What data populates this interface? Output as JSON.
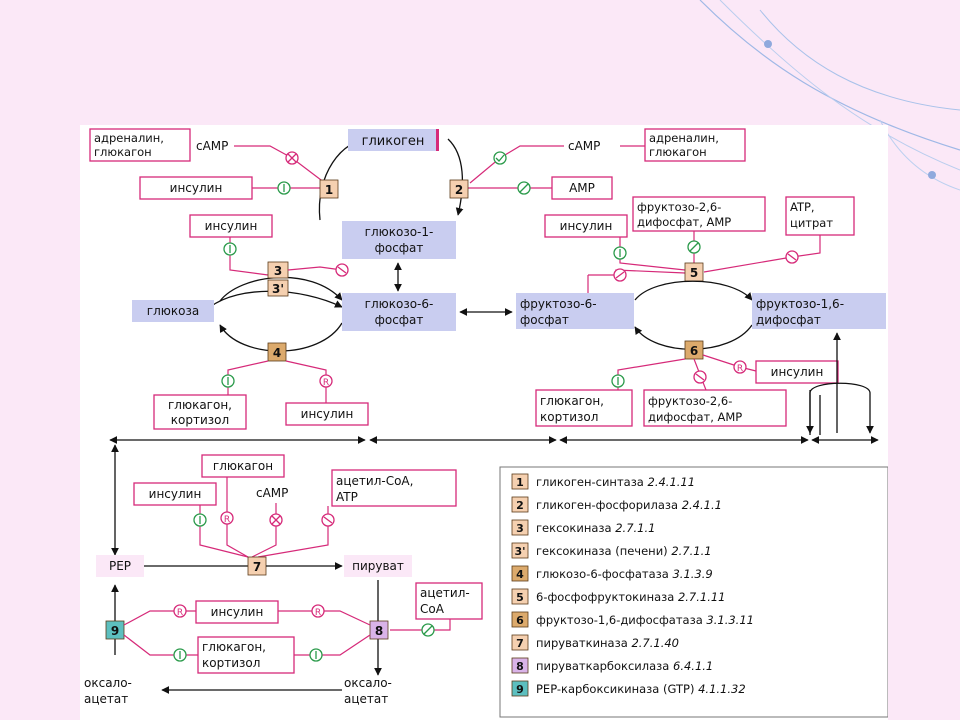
{
  "colors": {
    "slide_background": "#fbe8f7",
    "metabolite_fill": "#c9cdf0",
    "regulator_border": "#d62a79",
    "activator_green": "#2a9a4a",
    "inhibitor_pink": "#d62a79",
    "enzyme_brown": "#dcaa6c",
    "enzyme_light": "#f5d0b0",
    "enzyme_purple": "#d9b3e8",
    "enzyme_teal": "#5dbfbf"
  },
  "metabolites": {
    "glycogen": "гликоген",
    "g1p_line1": "глюкозо-1-",
    "g1p_line2": "фосфат",
    "glucose": "глюкоза",
    "g6p_line1": "глюкозо-6-",
    "g6p_line2": "фосфат",
    "f6p_line1": "фруктозо-6-",
    "f6p_line2": "фосфат",
    "f16bp_line1": "фруктозо-1,6-",
    "f16bp_line2": "дифосфат",
    "pep": "PEP",
    "pyruvate": "пируват",
    "oxaloacetate_left_1": "оксало-",
    "oxaloacetate_left_2": "ацетат",
    "oxaloacetate_right_1": "оксало-",
    "oxaloacetate_right_2": "ацетат"
  },
  "regulators": {
    "adrenalin_glucagon_left_1": "адреналин,",
    "adrenalin_glucagon_left_2": "глюкагон",
    "camp_left": "cAMP",
    "insulin_e1": "инсулин",
    "adrenalin_glucagon_right_1": "адреналин,",
    "adrenalin_glucagon_right_2": "глюкагон",
    "camp_right": "cAMP",
    "amp_e2": "AMP",
    "insulin_e3": "инсулин",
    "glucagon_cortisol_e4_1": "глюкагон,",
    "glucagon_cortisol_e4_2": "кортизол",
    "insulin_e4": "инсулин",
    "insulin_e5": "инсулин",
    "f26bp_amp_e5_1": "фруктозо-2,6-",
    "f26bp_amp_e5_2": "дифосфат, AMP",
    "atp_citrate_1": "ATP,",
    "atp_citrate_2": "цитрат",
    "glucagon_cortisol_e6_1": "глюкагон,",
    "glucagon_cortisol_e6_2": "кортизол",
    "f26bp_amp_e6_1": "фруктозо-2,6-",
    "f26bp_amp_e6_2": "дифосфат, AMP",
    "insulin_e6": "инсулин",
    "glucagon_e7": "глюкагон",
    "insulin_e7": "инсулин",
    "camp_e7": "cAMP",
    "acetylcoa_atp_1": "ацетил-CoA,",
    "acetylcoa_atp_2": "ATP",
    "insulin_e9": "инсулин",
    "glucagon_cortisol_e9_1": "глюкагон,",
    "glucagon_cortisol_e9_2": "кортизол",
    "acetylcoa_e8_1": "ацетил-",
    "acetylcoa_e8_2": "CoA"
  },
  "enzyme_nodes": {
    "n1": "1",
    "n2": "2",
    "n3": "3",
    "n3p": "3'",
    "n4": "4",
    "n5": "5",
    "n6": "6",
    "n7": "7",
    "n8": "8",
    "n9": "9"
  },
  "legend": [
    {
      "num": "1",
      "name": "гликоген-синтаза",
      "ec": "2.4.1.11",
      "color": "#f5d0b0"
    },
    {
      "num": "2",
      "name": "гликоген-фосфорилаза",
      "ec": "2.4.1.1",
      "color": "#f5d0b0"
    },
    {
      "num": "3",
      "name": "гексокиназа",
      "ec": "2.7.1.1",
      "color": "#f5d0b0"
    },
    {
      "num": "3'",
      "name": "гексокиназа (печени)",
      "ec": "2.7.1.1",
      "color": "#f5d0b0"
    },
    {
      "num": "4",
      "name": "глюкозо-6-фосфатаза",
      "ec": "3.1.3.9",
      "color": "#dcaa6c"
    },
    {
      "num": "5",
      "name": "6-фосфофруктокиназа",
      "ec": "2.7.1.11",
      "color": "#f5d0b0"
    },
    {
      "num": "6",
      "name": "фруктозо-1,6-дифосфатаза",
      "ec": "3.1.3.11",
      "color": "#dcaa6c"
    },
    {
      "num": "7",
      "name": "пируваткиназа",
      "ec": "2.7.1.40",
      "color": "#f5d0b0"
    },
    {
      "num": "8",
      "name": "пируваткарбоксилаза",
      "ec": "6.4.1.1",
      "color": "#d9b3e8"
    },
    {
      "num": "9",
      "name": "PEP-карбоксикиназа (GTP)",
      "ec": "4.1.1.32",
      "color": "#5dbfbf"
    }
  ]
}
